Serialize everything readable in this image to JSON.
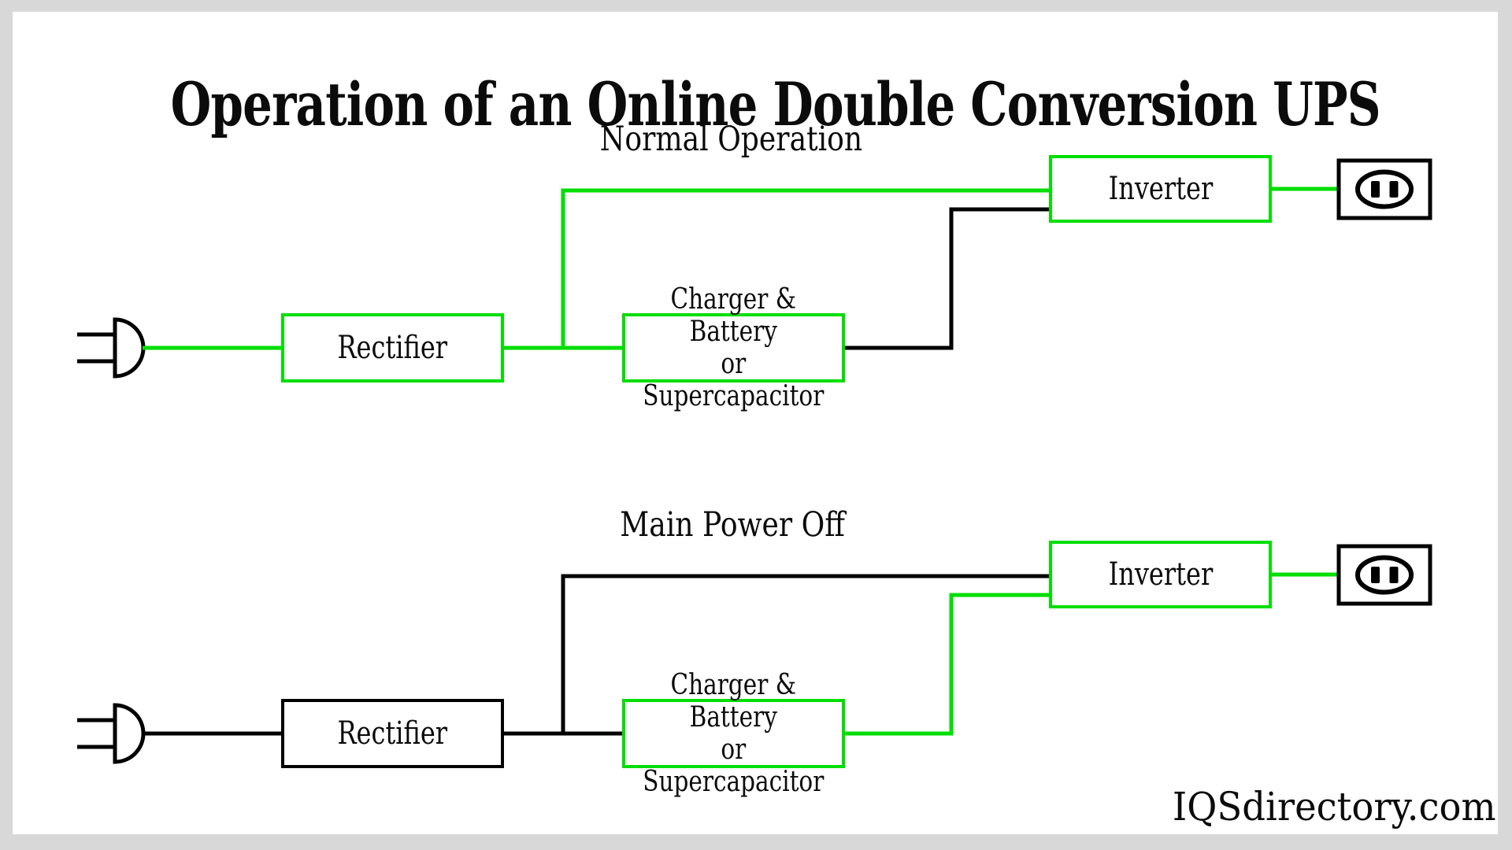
{
  "page": {
    "title": "Operation of an Online Double Conversion UPS",
    "watermark": "IQSdirectory.com",
    "colors": {
      "active": "#00DE00",
      "inactive": "#000000",
      "frame": "#D8D8D8",
      "canvas": "#FFFFFF"
    }
  },
  "diagrams": [
    {
      "label": "Normal Operation",
      "boxes": {
        "rectifier": {
          "label": "Rectifier",
          "state": "active"
        },
        "charger": {
          "line1": "Charger & Battery",
          "line2": "or Supercapacitor",
          "state": "active"
        },
        "inverter": {
          "label": "Inverter",
          "state": "active"
        }
      },
      "wires": {
        "mains_to_rectifier": "active",
        "rectifier_to_charger": "active",
        "rectifier_to_inverter": "active",
        "charger_to_inverter": "inactive",
        "inverter_to_outlet": "active"
      }
    },
    {
      "label": "Main Power Off",
      "boxes": {
        "rectifier": {
          "label": "Rectifier",
          "state": "inactive"
        },
        "charger": {
          "line1": "Charger & Battery",
          "line2": "or Supercapacitor",
          "state": "active"
        },
        "inverter": {
          "label": "Inverter",
          "state": "active"
        }
      },
      "wires": {
        "mains_to_rectifier": "inactive",
        "rectifier_to_charger": "inactive",
        "rectifier_to_inverter": "inactive",
        "charger_to_inverter": "active",
        "inverter_to_outlet": "active"
      }
    }
  ]
}
